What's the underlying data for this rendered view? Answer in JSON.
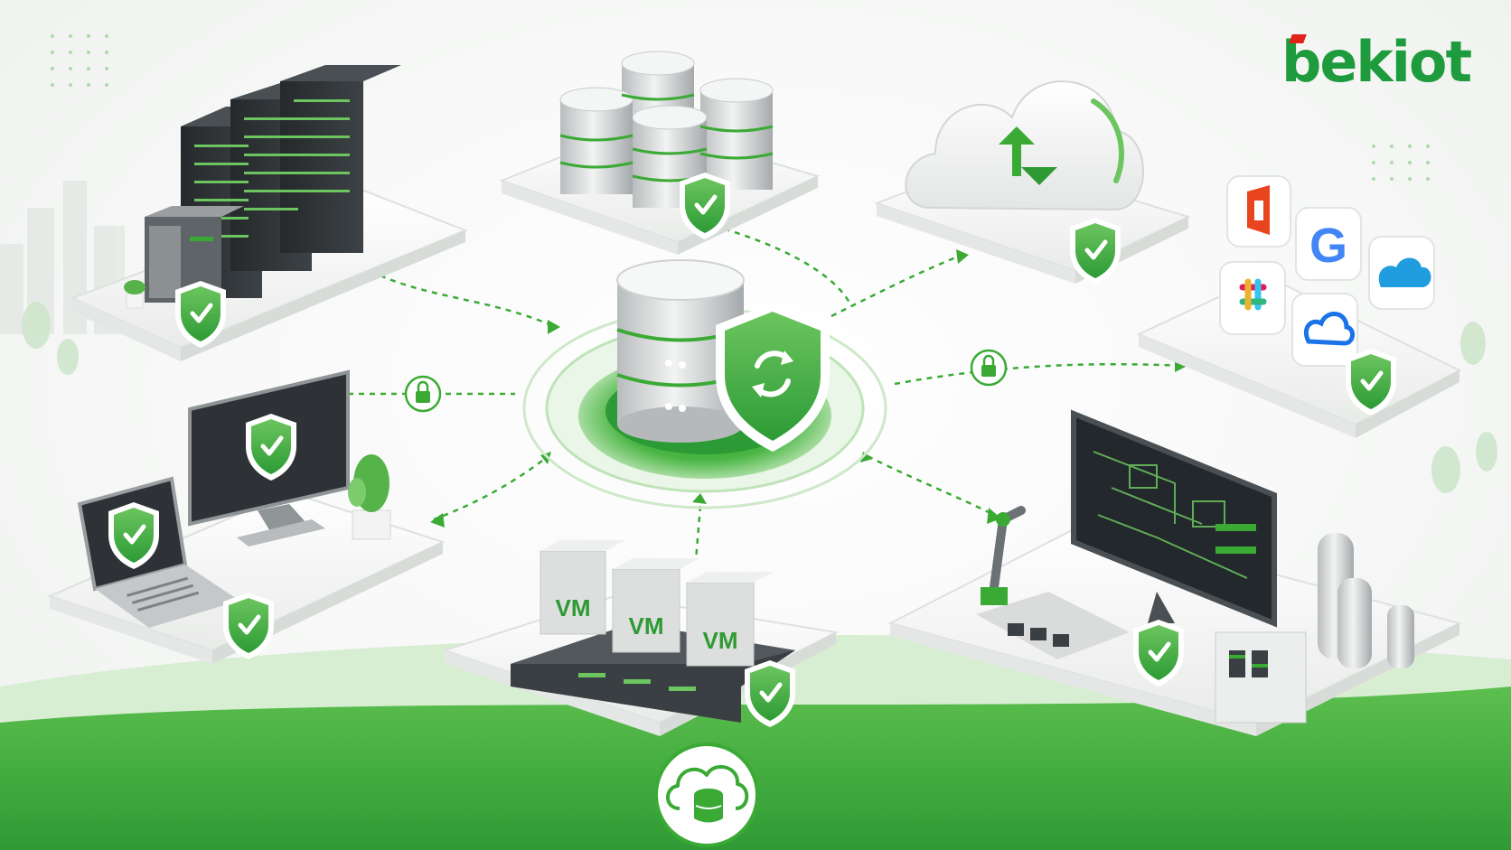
{
  "brand": {
    "logo_text": "bekiot",
    "logo_accent": "#e2231a",
    "logo_color": "#1e9b3c"
  },
  "colors": {
    "primary_green": "#3aaa35",
    "dark_green": "#1e8a2e",
    "light_green": "#8fd18a",
    "platform": "#f4f5f4",
    "dark_server": "#2e3236"
  },
  "nodes": [
    {
      "id": "servers",
      "icon": "server-rack-icon",
      "secured": true
    },
    {
      "id": "databases",
      "icon": "database-cluster-icon",
      "secured": true
    },
    {
      "id": "cloud",
      "icon": "cloud-sync-icon",
      "secured": true
    },
    {
      "id": "saas-apps",
      "icon": "saas-apps-icon",
      "secured": true
    },
    {
      "id": "endpoints",
      "icon": "desktop-laptop-icon",
      "secured": true
    },
    {
      "id": "virtual-machines",
      "icon": "vm-host-icon",
      "secured": true
    },
    {
      "id": "industrial",
      "icon": "industrial-plant-icon",
      "secured": true
    }
  ],
  "vm_labels": [
    "VM",
    "VM",
    "VM"
  ],
  "center": {
    "icon": "backup-database-shield-icon"
  },
  "bottom_badge": {
    "icon": "cloud-database-icon"
  },
  "lock_icons": [
    "lock-icon",
    "lock-icon"
  ]
}
